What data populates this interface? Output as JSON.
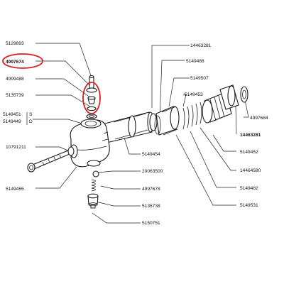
{
  "labels": {
    "p5129893": "5129893",
    "p4997674": "4997674",
    "p4999488": "4999488",
    "p5135739": "5135739",
    "p5149451": "5149451",
    "p5149449": "5149449",
    "variant_s": "S",
    "variant_d": "D",
    "p10791211": "10791211",
    "p5149455": "5149455",
    "p14463281_top": "14463281",
    "p5149488": "5149488",
    "p5149507": "5149507",
    "p5149453": "5149453",
    "p4997684": "4997684",
    "p14463281_right": "14463281",
    "p5149454": "5149454",
    "p5149452": "5149452",
    "p20063500": "20063500",
    "p14464580": "14464580",
    "p4997678": "4997678",
    "p5149482": "5149482",
    "p5135738": "5135738",
    "p5149531": "5149531",
    "p5150751": "5150751"
  },
  "highlight": {
    "color": "#d42020"
  }
}
